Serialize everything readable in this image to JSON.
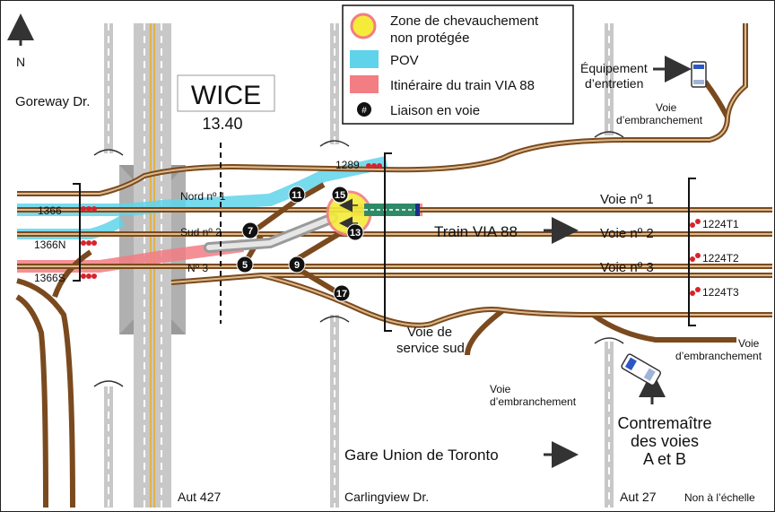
{
  "title": {
    "name": "WICE",
    "mileage": "13.40"
  },
  "north": "N",
  "legend": {
    "overlap_zone": "Zone de chevauchement non protégée",
    "overlap_zone_line1": "Zone de chevauchement",
    "overlap_zone_line2": "non protégée",
    "pov": "POV",
    "via88_route": "Itinéraire du train VIA 88",
    "crossover": "Liaison en voie",
    "crossover_symbol": "#"
  },
  "roads": {
    "goreway": "Goreway Dr.",
    "aut427": "Aut 427",
    "carlingview": "Carlingview Dr.",
    "aut27": "Aut 27"
  },
  "tracks": {
    "nord1": "Nord nº 1",
    "sud2": "Sud nº 2",
    "n3": "Nº 3",
    "voie1": "Voie nº 1",
    "voie2": "Voie nº 2",
    "voie3": "Voie nº 3",
    "service_sud_line1": "Voie de",
    "service_sud_line2": "service sud",
    "embranchement_ne_line1": "Voie",
    "embranchement_ne_line2": "d’embranchement",
    "embranchement_se_line1": "Voie",
    "embranchement_se_line2": "d’embranchement",
    "embranchement_s_line1": "Voie",
    "embranchement_s_line2": "d’embranchement"
  },
  "signals": {
    "s1366": "1366",
    "s1366n": "1366N",
    "s1366s": "1366S",
    "s1289": "1289",
    "s1224t1": "1224T1",
    "s1224t2": "1224T2",
    "s1224t3": "1224T3"
  },
  "crossovers": [
    "11",
    "7",
    "5",
    "9",
    "15",
    "13",
    "17"
  ],
  "annotations": {
    "train": "Train VIA 88",
    "equipment_line1": "Équipement",
    "equipment_line2": "d’entretien",
    "union": "Gare Union de Toronto",
    "foreman_line1": "Contremaître",
    "foreman_line2": "des voies",
    "foreman_line3": "A et B",
    "scale": "Non à l’échelle"
  },
  "colors": {
    "track": "#7a4a1e",
    "pov": "#5fd3ea",
    "via88": "#f27d83",
    "overlap": "#f5ec3a",
    "signal": "#d8232a"
  }
}
